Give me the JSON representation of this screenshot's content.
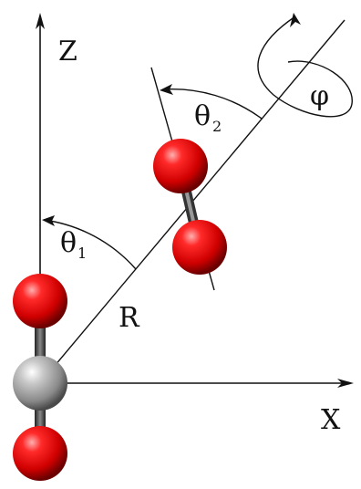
{
  "labels": {
    "z_axis": "Z",
    "x_axis": "X",
    "bond_length": "R",
    "theta1": "θ",
    "theta1_sub": "1",
    "theta2": "θ",
    "theta2_sub": "2",
    "phi": "φ"
  },
  "colors": {
    "oxygen": "#e00000",
    "carbon": "#9a9a9a",
    "bond": "#555555",
    "lines": "#111111"
  }
}
